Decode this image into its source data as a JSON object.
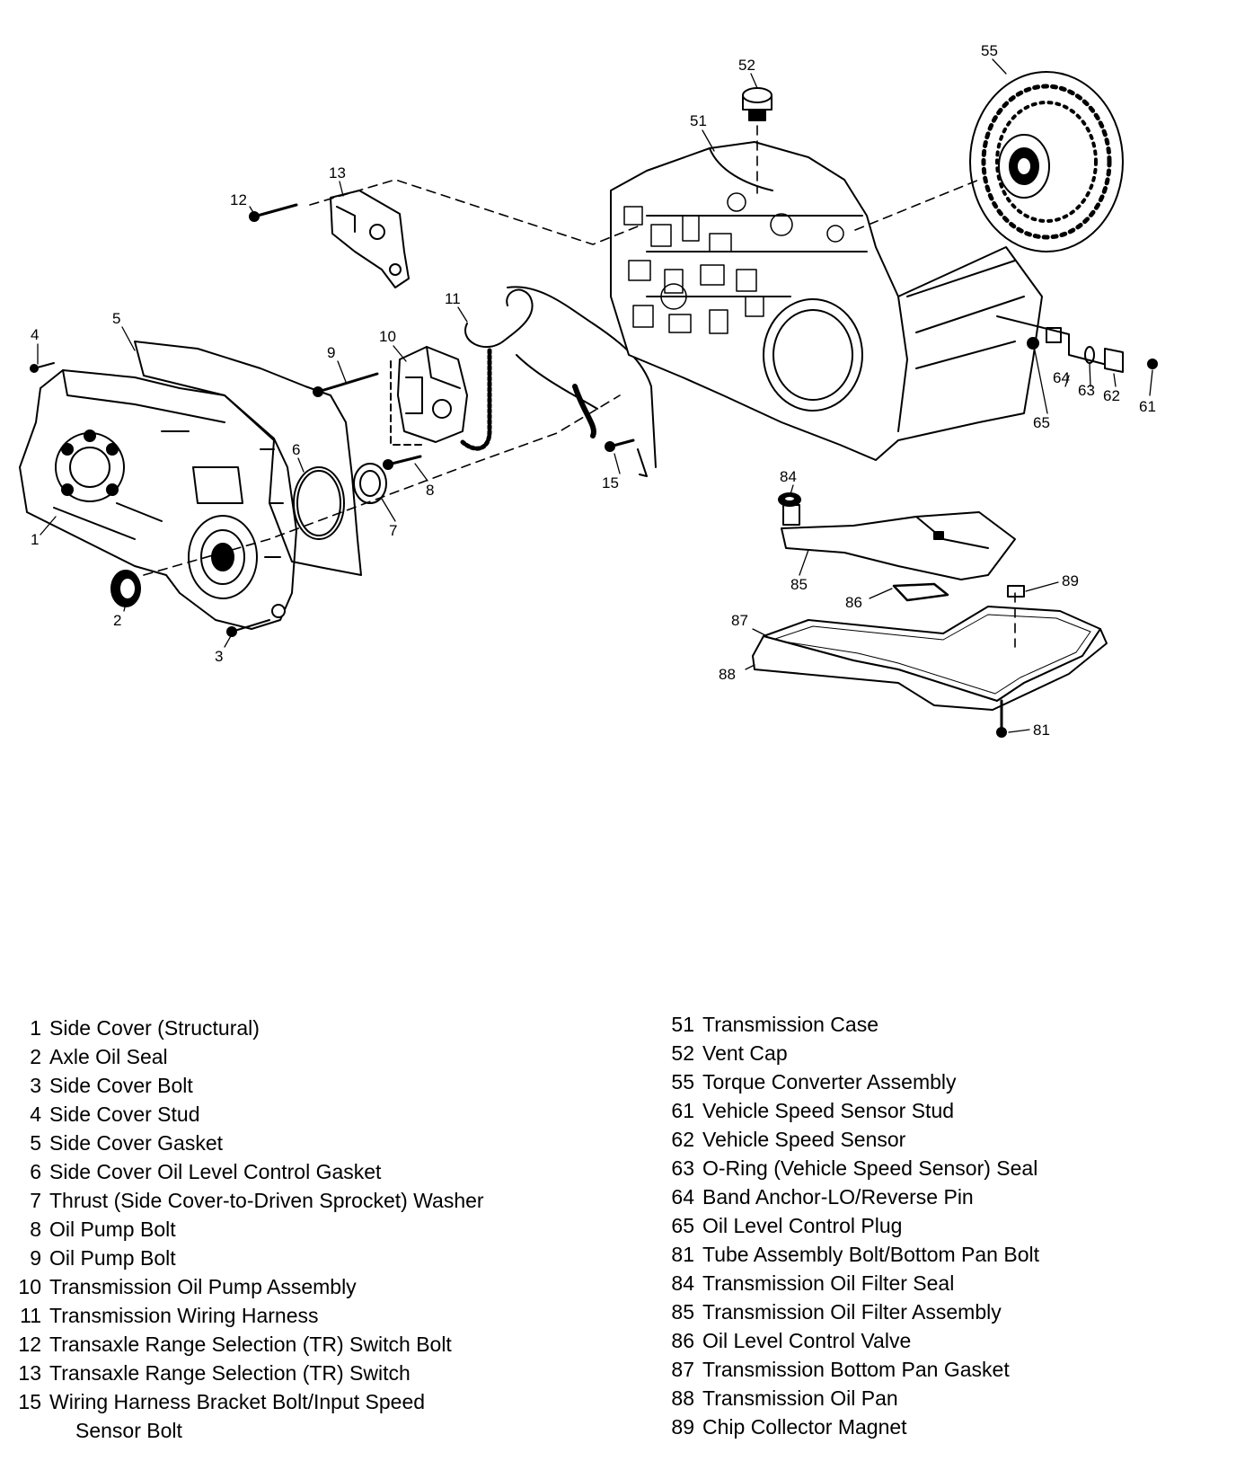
{
  "callouts": {
    "c1": "1",
    "c2": "2",
    "c3": "3",
    "c4": "4",
    "c5": "5",
    "c6": "6",
    "c7": "7",
    "c8": "8",
    "c9": "9",
    "c10": "10",
    "c11": "11",
    "c12": "12",
    "c13": "13",
    "c15": "15",
    "c51": "51",
    "c52": "52",
    "c55": "55",
    "c61": "61",
    "c62": "62",
    "c63": "63",
    "c64": "64",
    "c65": "65",
    "c81": "81",
    "c84": "84",
    "c85": "85",
    "c86": "86",
    "c87": "87",
    "c88": "88",
    "c89": "89"
  },
  "legend": {
    "left": [
      {
        "num": "1",
        "desc": "Side Cover (Structural)"
      },
      {
        "num": "2",
        "desc": "Axle Oil Seal"
      },
      {
        "num": "3",
        "desc": "Side Cover Bolt"
      },
      {
        "num": "4",
        "desc": "Side Cover Stud"
      },
      {
        "num": "5",
        "desc": "Side Cover Gasket"
      },
      {
        "num": "6",
        "desc": "Side Cover Oil Level Control Gasket"
      },
      {
        "num": "7",
        "desc": "Thrust (Side Cover-to-Driven Sprocket) Washer"
      },
      {
        "num": "8",
        "desc": "Oil Pump Bolt"
      },
      {
        "num": "9",
        "desc": "Oil Pump Bolt"
      },
      {
        "num": "10",
        "desc": "Transmission Oil Pump Assembly"
      },
      {
        "num": "11",
        "desc": "Transmission Wiring Harness"
      },
      {
        "num": "12",
        "desc": "Transaxle Range Selection (TR) Switch Bolt"
      },
      {
        "num": "13",
        "desc": "Transaxle Range Selection (TR) Switch"
      },
      {
        "num": "15",
        "desc": "Wiring Harness Bracket Bolt/Input Speed",
        "desc2": "Sensor Bolt"
      }
    ],
    "right": [
      {
        "num": "51",
        "desc": "Transmission Case"
      },
      {
        "num": "52",
        "desc": "Vent Cap"
      },
      {
        "num": "55",
        "desc": "Torque Converter Assembly"
      },
      {
        "num": "61",
        "desc": "Vehicle Speed Sensor Stud"
      },
      {
        "num": "62",
        "desc": "Vehicle Speed Sensor"
      },
      {
        "num": "63",
        "desc": "O-Ring (Vehicle Speed Sensor) Seal"
      },
      {
        "num": "64",
        "desc": "Band Anchor-LO/Reverse Pin"
      },
      {
        "num": "65",
        "desc": "Oil Level Control Plug"
      },
      {
        "num": "81",
        "desc": "Tube Assembly Bolt/Bottom Pan Bolt"
      },
      {
        "num": "84",
        "desc": "Transmission Oil Filter Seal"
      },
      {
        "num": "85",
        "desc": "Transmission Oil Filter Assembly"
      },
      {
        "num": "86",
        "desc": "Oil Level Control Valve"
      },
      {
        "num": "87",
        "desc": "Transmission Bottom Pan Gasket"
      },
      {
        "num": "88",
        "desc": "Transmission Oil Pan"
      },
      {
        "num": "89",
        "desc": "Chip Collector Magnet"
      }
    ]
  }
}
